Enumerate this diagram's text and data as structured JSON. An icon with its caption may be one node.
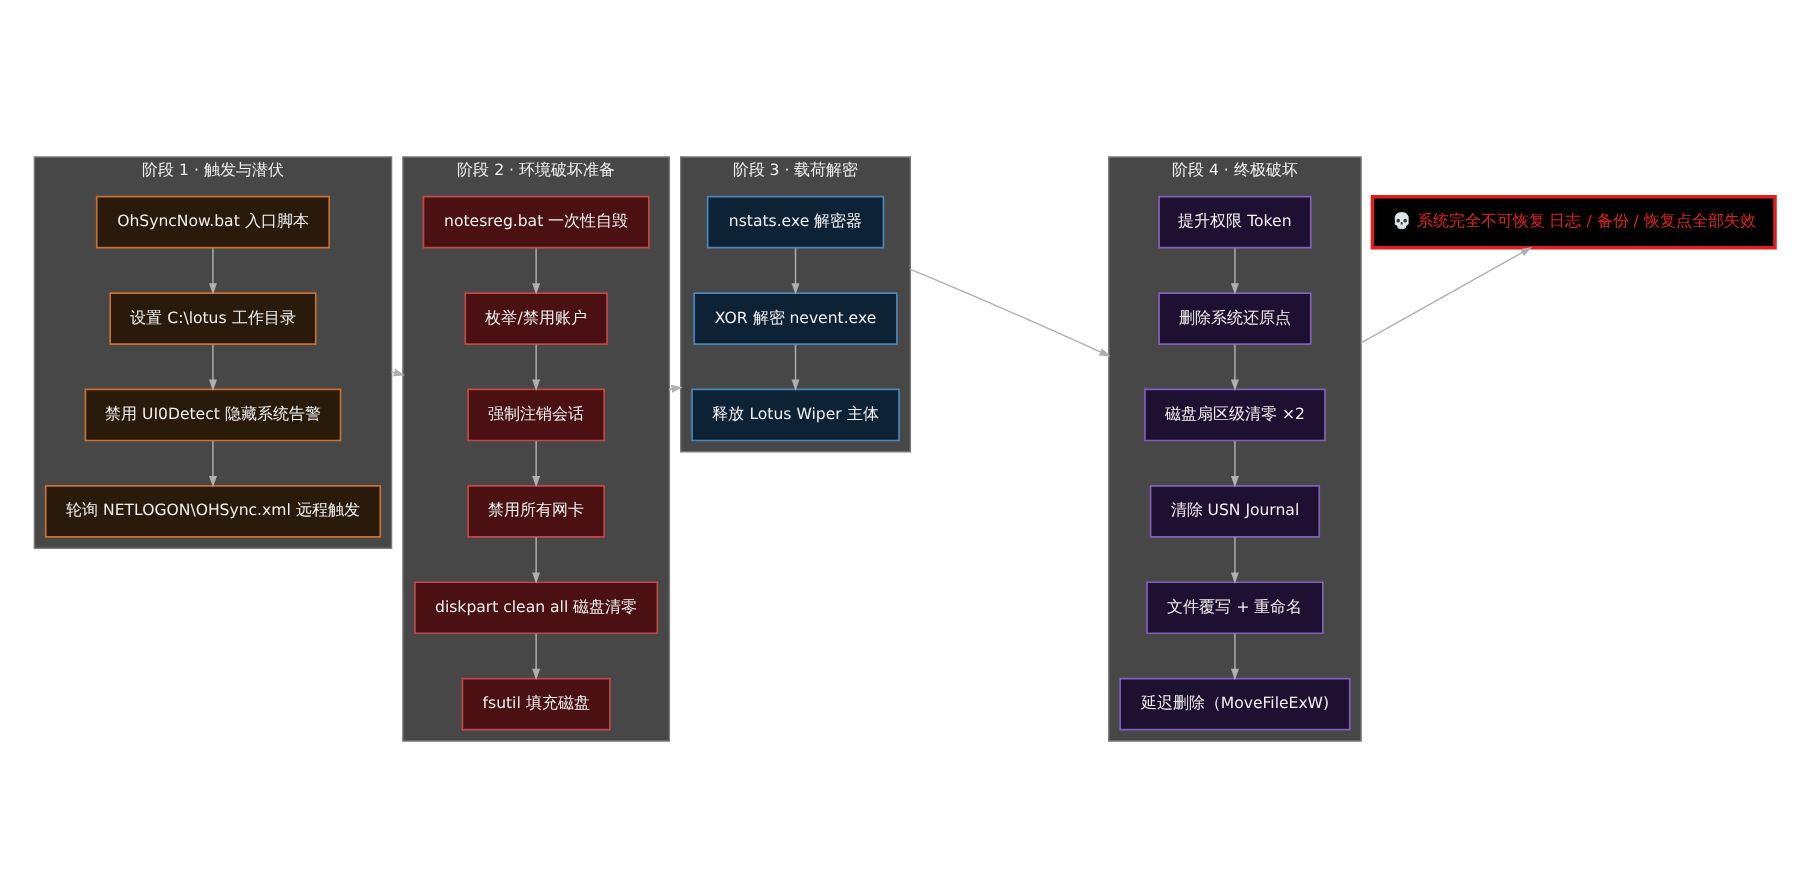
{
  "diagram": {
    "nodes": [
      {
        "text": [
          "阶段 1 · 触发与潜伏"
        ]
      },
      {
        "text": [
          "OhSyncNow.bat 入口脚本"
        ],
        "in": 0
      },
      {
        "text": [
          "设置 C:\\lotus 工作目录"
        ],
        "in": 0
      },
      {
        "text": [
          "禁用 UI0Detect 隐藏系统告警"
        ],
        "in": 0
      },
      {
        "text": [
          "轮询 NETLOGON\\OHSync.xml 远程触发"
        ],
        "in": 0
      },
      {
        "text": [
          "阶段 2 · 环境破坏准备"
        ]
      },
      {
        "text": [
          "notesreg.bat 一次性自毁"
        ],
        "in": 5
      },
      {
        "text": [
          "枚举/禁用账户"
        ],
        "in": 5
      },
      {
        "text": [
          "强制注销会话"
        ],
        "in": 5
      },
      {
        "text": [
          "禁用所有网卡"
        ],
        "in": 5
      },
      {
        "text": [
          "diskpart clean all 磁盘清零"
        ],
        "in": 5
      },
      {
        "text": [
          "fsutil 填充磁盘"
        ],
        "in": 5
      },
      {
        "text": [
          "阶段 3 · 载荷解密"
        ]
      },
      {
        "text": [
          "nstats.exe 解密器"
        ],
        "in": 12
      },
      {
        "text": [
          "XOR 解密 nevent.exe"
        ],
        "in": 12
      },
      {
        "text": [
          "释放 Lotus Wiper 主体"
        ],
        "in": 12
      },
      {
        "text": [
          "阶段 4 · 终极破坏"
        ]
      },
      {
        "text": [
          "提升权限 Token"
        ],
        "in": 16
      },
      {
        "text": [
          "删除系统还原点"
        ],
        "in": 16
      },
      {
        "text": [
          "磁盘扇区级清零 ×2"
        ],
        "in": 16
      },
      {
        "text": [
          "清除 USN Journal"
        ],
        "in": 16
      },
      {
        "text": [
          "文件覆写 + 重命名"
        ],
        "in": 16
      },
      {
        "text": [
          "延迟删除（MoveFileExW)"
        ],
        "in": 16
      },
      {
        "text": [
          "💀 系统完全不可恢复 日志 / 备份 / 恢复点全部失效"
        ]
      }
    ],
    "edges": [
      {
        "from": 1,
        "to": 2,
        "arrow": "to"
      },
      {
        "from": 2,
        "to": 3,
        "arrow": "to"
      },
      {
        "from": 3,
        "to": 4,
        "arrow": "to"
      },
      {
        "from": 6,
        "to": 7,
        "arrow": "to"
      },
      {
        "from": 7,
        "to": 8,
        "arrow": "to"
      },
      {
        "from": 8,
        "to": 9,
        "arrow": "to"
      },
      {
        "from": 9,
        "to": 10,
        "arrow": "to"
      },
      {
        "from": 10,
        "to": 11,
        "arrow": "to"
      },
      {
        "from": 13,
        "to": 14,
        "arrow": "to"
      },
      {
        "from": 14,
        "to": 15,
        "arrow": "to"
      },
      {
        "from": 17,
        "to": 18,
        "arrow": "to"
      },
      {
        "from": 18,
        "to": 19,
        "arrow": "to"
      },
      {
        "from": 19,
        "to": 20,
        "arrow": "to"
      },
      {
        "from": 20,
        "to": 21,
        "arrow": "to"
      },
      {
        "from": 21,
        "to": 22,
        "arrow": "to"
      },
      {
        "from": 0,
        "to": 5,
        "arrow": "to"
      },
      {
        "from": 5,
        "to": 12,
        "arrow": "to"
      },
      {
        "from": 12,
        "to": 16,
        "arrow": "to"
      },
      {
        "from": 16,
        "to": 23,
        "arrow": "to"
      }
    ]
  }
}
